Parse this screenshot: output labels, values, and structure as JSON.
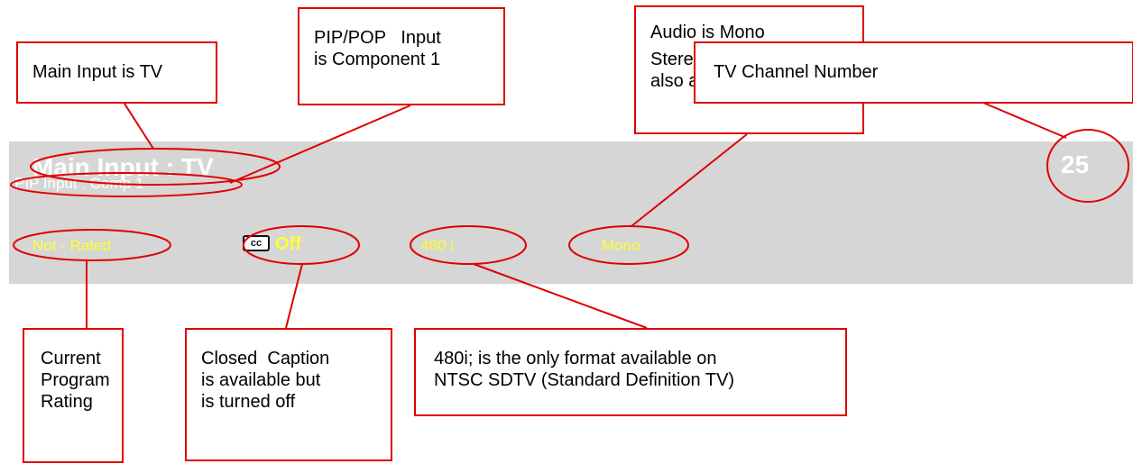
{
  "osd": {
    "main_input": "Main Input : TV",
    "pip_input": "PIP Input : Comp 1",
    "rating": "Not - Rated",
    "cc_icon": "cc",
    "cc_status": "Off",
    "resolution": "480 i",
    "audio": "Mono",
    "channel": "25"
  },
  "callouts": {
    "main_input": [
      "Main Input is TV"
    ],
    "pip_input": [
      "PIP/POP   Input",
      "is Component 1"
    ],
    "audio": [
      "Audio is Mono",
      "Stereo & SAP are",
      "also available"
    ],
    "channel": [
      "TV Channel Number"
    ],
    "rating": [
      "Current",
      "Program",
      "Rating"
    ],
    "closed_caption": [
      "Closed  Caption",
      "is available but",
      "is turned off"
    ],
    "format": [
      "480i; is the only format available on",
      "NTSC SDTV (Standard Definition TV)"
    ]
  },
  "colors": {
    "annotation": "#e00000",
    "osd_bar": "#d6d6d6",
    "osd_primary_text": "#ffffff",
    "osd_status_text": "#ffff33"
  }
}
